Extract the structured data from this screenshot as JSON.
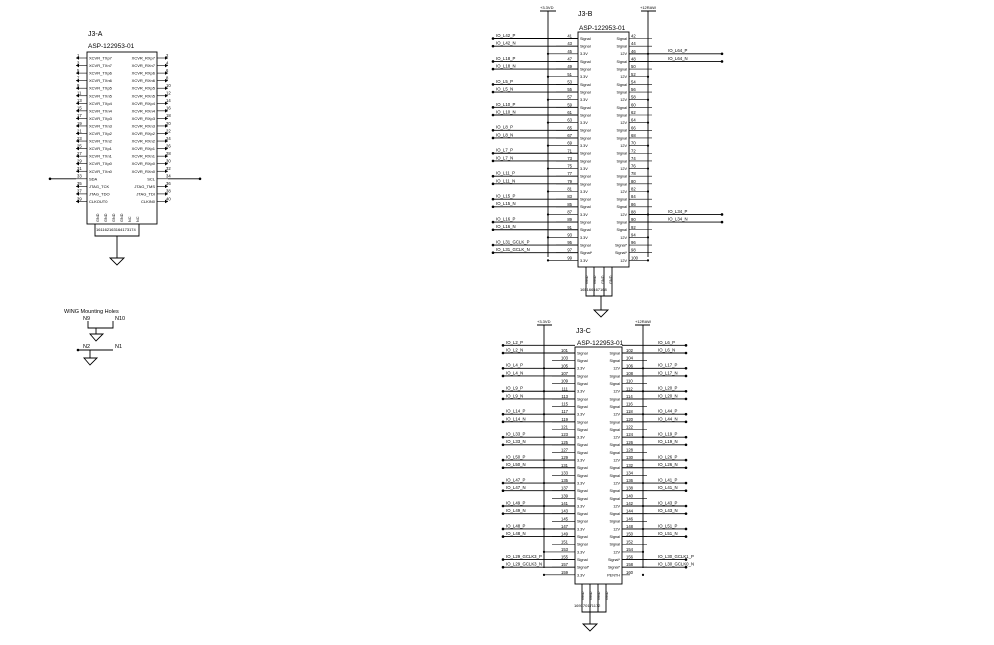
{
  "j3a": {
    "title": "J3-A",
    "part": "ASP-122953-01",
    "rows": [
      {
        "ln": "1",
        "ll": "XCVR_TXp7",
        "rl": "XCVR_RXp7",
        "rn": "2"
      },
      {
        "ln": "3",
        "ll": "XCVR_TXn7",
        "rl": "XCVR_RXn7",
        "rn": "4"
      },
      {
        "ln": "5",
        "ll": "XCVR_TXp6",
        "rl": "XCVR_RXp6",
        "rn": "6"
      },
      {
        "ln": "7",
        "ll": "XCVR_TXn6",
        "rl": "XCVR_RXn6",
        "rn": "8"
      },
      {
        "ln": "9",
        "ll": "XCVR_TXp5",
        "rl": "XCVR_RXp5",
        "rn": "10"
      },
      {
        "ln": "11",
        "ll": "XCVR_TXn5",
        "rl": "XCVR_RXn5",
        "rn": "12"
      },
      {
        "ln": "13",
        "ll": "XCVR_TXp4",
        "rl": "XCVR_RXp4",
        "rn": "14"
      },
      {
        "ln": "15",
        "ll": "XCVR_TXn4",
        "rl": "XCVR_RXn4",
        "rn": "16"
      },
      {
        "ln": "17",
        "ll": "XCVR_TXp3",
        "rl": "XCVR_RXp3",
        "rn": "18"
      },
      {
        "ln": "19",
        "ll": "XCVR_TXn3",
        "rl": "XCVR_RXn3",
        "rn": "20"
      },
      {
        "ln": "21",
        "ll": "XCVR_TXp2",
        "rl": "XCVR_RXp2",
        "rn": "22"
      },
      {
        "ln": "23",
        "ll": "XCVR_TXn2",
        "rl": "XCVR_RXn2",
        "rn": "24"
      },
      {
        "ln": "25",
        "ll": "XCVR_TXp1",
        "rl": "XCVR_RXp1",
        "rn": "26"
      },
      {
        "ln": "27",
        "ll": "XCVR_TXn1",
        "rl": "XCVR_RXn1",
        "rn": "28"
      },
      {
        "ln": "29",
        "ll": "XCVR_TXp0",
        "rl": "XCVR_RXp0",
        "rn": "30"
      },
      {
        "ln": "31",
        "ll": "XCVR_TXn0",
        "rl": "XCVR_RXn0",
        "rn": "32"
      },
      {
        "ln": "33",
        "ll": "SDA",
        "rl": "SCL",
        "rn": "34"
      },
      {
        "ln": "35",
        "ll": "JTAG_TCK",
        "rl": "JTAG_TMS",
        "rn": "36"
      },
      {
        "ln": "37",
        "ll": "JTAG_TDO",
        "rl": "JTAG_TDI",
        "rn": "38"
      },
      {
        "ln": "39",
        "ll": "CLKOUT0",
        "rl": "CLKIN0",
        "rn": "40"
      }
    ],
    "bottom": [
      "GND",
      "GND",
      "GND",
      "GND",
      "NC",
      "NC"
    ],
    "bottom_nums": "161162163164173174"
  },
  "j3b": {
    "title": "J3-B",
    "part": "ASP-122953-01",
    "pwr_left": "+3.3VD",
    "pwr_right": "+12RAW",
    "rows": [
      {
        "ln": "41",
        "ll": "Signal",
        "rl": "Signal",
        "rn": "42",
        "lnet": "",
        "rnet": ""
      },
      {
        "ln": "43",
        "ll": "Signal",
        "rl": "Signal",
        "rn": "44",
        "lnet": "IO_L42_P",
        "rnet": ""
      },
      {
        "ln": "45",
        "ll": "3.3V",
        "rl": "12V",
        "rn": "46",
        "lnet": "IO_L42_N",
        "rnet": ""
      },
      {
        "ln": "47",
        "ll": "Signal",
        "rl": "Signal",
        "rn": "48",
        "lnet": "",
        "rnet": "IO_L64_P"
      },
      {
        "ln": "49",
        "ll": "Signal",
        "rl": "Signal",
        "rn": "50",
        "lnet": "IO_L18_P",
        "rnet": "IO_L64_N"
      },
      {
        "ln": "51",
        "ll": "3.3V",
        "rl": "12V",
        "rn": "52",
        "lnet": "IO_L18_N",
        "rnet": ""
      },
      {
        "ln": "53",
        "ll": "Signal",
        "rl": "Signal",
        "rn": "54",
        "lnet": "",
        "rnet": ""
      },
      {
        "ln": "55",
        "ll": "Signal",
        "rl": "Signal",
        "rn": "56",
        "lnet": "IO_L5_P",
        "rnet": ""
      },
      {
        "ln": "57",
        "ll": "3.3V",
        "rl": "12V",
        "rn": "58",
        "lnet": "IO_L5_N",
        "rnet": ""
      },
      {
        "ln": "59",
        "ll": "Signal",
        "rl": "Signal",
        "rn": "60",
        "lnet": "",
        "rnet": ""
      },
      {
        "ln": "61",
        "ll": "Signal",
        "rl": "Signal",
        "rn": "62",
        "lnet": "IO_L10_P",
        "rnet": ""
      },
      {
        "ln": "63",
        "ll": "3.3V",
        "rl": "12V",
        "rn": "64",
        "lnet": "IO_L10_N",
        "rnet": ""
      },
      {
        "ln": "65",
        "ll": "Signal",
        "rl": "Signal",
        "rn": "66",
        "lnet": "",
        "rnet": ""
      },
      {
        "ln": "67",
        "ll": "Signal",
        "rl": "Signal",
        "rn": "68",
        "lnet": "IO_L8_P",
        "rnet": ""
      },
      {
        "ln": "69",
        "ll": "3.3V",
        "rl": "12V",
        "rn": "70",
        "lnet": "IO_L8_N",
        "rnet": ""
      },
      {
        "ln": "71",
        "ll": "Signal",
        "rl": "Signal",
        "rn": "72",
        "lnet": "",
        "rnet": ""
      },
      {
        "ln": "73",
        "ll": "Signal",
        "rl": "Signal",
        "rn": "74",
        "lnet": "IO_L7_P",
        "rnet": ""
      },
      {
        "ln": "75",
        "ll": "3.3V",
        "rl": "12V",
        "rn": "76",
        "lnet": "IO_L7_N",
        "rnet": ""
      },
      {
        "ln": "77",
        "ll": "Signal",
        "rl": "Signal",
        "rn": "78",
        "lnet": "",
        "rnet": ""
      },
      {
        "ln": "79",
        "ll": "Signal",
        "rl": "Signal",
        "rn": "80",
        "lnet": "IO_L11_P",
        "rnet": ""
      },
      {
        "ln": "81",
        "ll": "3.3V",
        "rl": "12V",
        "rn": "82",
        "lnet": "IO_L11_N",
        "rnet": ""
      },
      {
        "ln": "83",
        "ll": "Signal",
        "rl": "Signal",
        "rn": "84",
        "lnet": "",
        "rnet": ""
      },
      {
        "ln": "85",
        "ll": "Signal",
        "rl": "Signal",
        "rn": "86",
        "lnet": "IO_L15_P",
        "rnet": ""
      },
      {
        "ln": "87",
        "ll": "3.3V",
        "rl": "12V",
        "rn": "88",
        "lnet": "IO_L15_N",
        "rnet": ""
      },
      {
        "ln": "89",
        "ll": "Signal",
        "rl": "Signal",
        "rn": "90",
        "lnet": "",
        "rnet": "IO_L34_P"
      },
      {
        "ln": "91",
        "ll": "Signal",
        "rl": "Signal",
        "rn": "92",
        "lnet": "IO_L16_P",
        "rnet": "IO_L34_N"
      },
      {
        "ln": "93",
        "ll": "3.3V",
        "rl": "12V",
        "rn": "94",
        "lnet": "IO_L16_N",
        "rnet": ""
      },
      {
        "ln": "95",
        "ll": "Signal",
        "rl": "Signal*",
        "rn": "96",
        "lnet": "",
        "rnet": ""
      },
      {
        "ln": "97",
        "ll": "Signal*",
        "rl": "Signal*",
        "rn": "98",
        "lnet": "IO_L31_GCLK_P",
        "rnet": ""
      },
      {
        "ln": "99",
        "ll": "3.3V",
        "rl": "12V",
        "rn": "100",
        "lnet": "IO_L31_GCLK_N",
        "rnet": ""
      }
    ],
    "bottom": [
      "GND",
      "GND",
      "GND",
      "GND"
    ],
    "bottom_nums": "165166167168"
  },
  "j3c": {
    "title": "J3-C",
    "part": "ASP-122953-01",
    "pwr_left": "+3.3VD",
    "pwr_right": "+12RAW",
    "rows": [
      {
        "ln": "101",
        "ll": "Signal",
        "rl": "Signal",
        "rn": "102",
        "lnet": "IO_L2_P",
        "rnet": "IO_L6_P"
      },
      {
        "ln": "103",
        "ll": "Signal",
        "rl": "Signal",
        "rn": "104",
        "lnet": "IO_L2_N",
        "rnet": "IO_L6_N"
      },
      {
        "ln": "105",
        "ll": "3.3V",
        "rl": "12V",
        "rn": "106",
        "lnet": "",
        "rnet": ""
      },
      {
        "ln": "107",
        "ll": "Signal",
        "rl": "Signal",
        "rn": "108",
        "lnet": "IO_L4_P",
        "rnet": "IO_L17_P"
      },
      {
        "ln": "109",
        "ll": "Signal",
        "rl": "Signal",
        "rn": "110",
        "lnet": "IO_L4_N",
        "rnet": "IO_L17_N"
      },
      {
        "ln": "111",
        "ll": "3.3V",
        "rl": "12V",
        "rn": "112",
        "lnet": "",
        "rnet": ""
      },
      {
        "ln": "113",
        "ll": "Signal",
        "rl": "Signal",
        "rn": "114",
        "lnet": "IO_L9_P",
        "rnet": "IO_L20_P"
      },
      {
        "ln": "115",
        "ll": "Signal",
        "rl": "Signal",
        "rn": "116",
        "lnet": "IO_L9_N",
        "rnet": "IO_L20_N"
      },
      {
        "ln": "117",
        "ll": "3.3V",
        "rl": "12V",
        "rn": "118",
        "lnet": "",
        "rnet": ""
      },
      {
        "ln": "119",
        "ll": "Signal",
        "rl": "Signal",
        "rn": "120",
        "lnet": "IO_L14_P",
        "rnet": "IO_L44_P"
      },
      {
        "ln": "121",
        "ll": "Signal",
        "rl": "Signal",
        "rn": "122",
        "lnet": "IO_L14_N",
        "rnet": "IO_L44_N"
      },
      {
        "ln": "123",
        "ll": "3.3V",
        "rl": "12V",
        "rn": "124",
        "lnet": "",
        "rnet": ""
      },
      {
        "ln": "125",
        "ll": "Signal",
        "rl": "Signal",
        "rn": "126",
        "lnet": "IO_L33_P",
        "rnet": "IO_L19_P"
      },
      {
        "ln": "127",
        "ll": "Signal",
        "rl": "Signal",
        "rn": "128",
        "lnet": "IO_L33_N",
        "rnet": "IO_L19_N"
      },
      {
        "ln": "129",
        "ll": "3.3V",
        "rl": "12V",
        "rn": "130",
        "lnet": "",
        "rnet": ""
      },
      {
        "ln": "131",
        "ll": "Signal",
        "rl": "Signal",
        "rn": "132",
        "lnet": "IO_L50_P",
        "rnet": "IO_L26_P"
      },
      {
        "ln": "133",
        "ll": "Signal",
        "rl": "Signal",
        "rn": "134",
        "lnet": "IO_L50_N",
        "rnet": "IO_L26_N"
      },
      {
        "ln": "135",
        "ll": "3.3V",
        "rl": "12V",
        "rn": "136",
        "lnet": "",
        "rnet": ""
      },
      {
        "ln": "137",
        "ll": "Signal",
        "rl": "Signal",
        "rn": "138",
        "lnet": "IO_L47_P",
        "rnet": "IO_L41_P"
      },
      {
        "ln": "139",
        "ll": "Signal",
        "rl": "Signal",
        "rn": "140",
        "lnet": "IO_L47_N",
        "rnet": "IO_L41_N"
      },
      {
        "ln": "141",
        "ll": "3.3V",
        "rl": "12V",
        "rn": "142",
        "lnet": "",
        "rnet": ""
      },
      {
        "ln": "143",
        "ll": "Signal",
        "rl": "Signal",
        "rn": "144",
        "lnet": "IO_L49_P",
        "rnet": "IO_L43_P"
      },
      {
        "ln": "145",
        "ll": "Signal",
        "rl": "Signal",
        "rn": "146",
        "lnet": "IO_L49_N",
        "rnet": "IO_L43_N"
      },
      {
        "ln": "147",
        "ll": "3.3V",
        "rl": "12V",
        "rn": "148",
        "lnet": "",
        "rnet": ""
      },
      {
        "ln": "149",
        "ll": "Signal",
        "rl": "Signal",
        "rn": "150",
        "lnet": "IO_L48_P",
        "rnet": "IO_L51_P"
      },
      {
        "ln": "151",
        "ll": "Signal",
        "rl": "Signal",
        "rn": "152",
        "lnet": "IO_L48_N",
        "rnet": "IO_L51_N"
      },
      {
        "ln": "153",
        "ll": "3.3V",
        "rl": "12V",
        "rn": "154",
        "lnet": "",
        "rnet": ""
      },
      {
        "ln": "155",
        "ll": "Signal",
        "rl": "Signal*",
        "rn": "156",
        "lnet": "",
        "rnet": ""
      },
      {
        "ln": "157",
        "ll": "Signal*",
        "rl": "Signal*",
        "rn": "158",
        "lnet": "IO_L29_GCLK3_P",
        "rnet": "IO_L30_GCLK1_P"
      },
      {
        "ln": "159",
        "ll": "3.3V",
        "rl": "PENTH",
        "rn": "160",
        "lnet": "IO_L29_GCLK3_N",
        "rnet": "IO_L30_GCLK0_N"
      }
    ],
    "bottom": [
      "GND",
      "GND",
      "GND",
      "GND"
    ],
    "bottom_nums": "169170171172"
  },
  "mount": {
    "title": "WING Mounting Holes",
    "labels": [
      "N9",
      "N10",
      "N2",
      "N1"
    ]
  }
}
